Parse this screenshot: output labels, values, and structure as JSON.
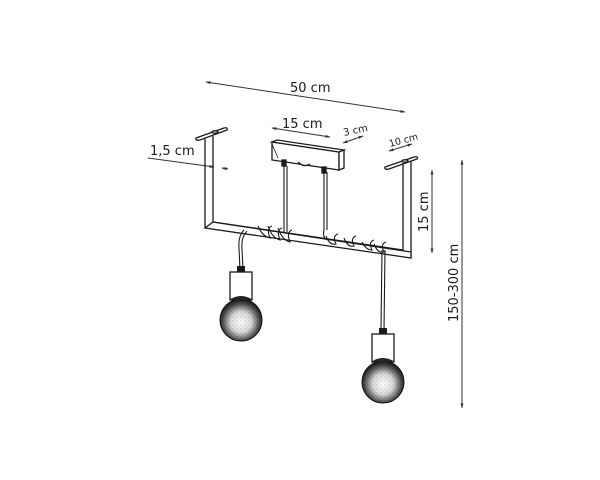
{
  "diagram": {
    "type": "technical-dimension-drawing",
    "subject": "pendant lamp with two bulbs on rectangular frame",
    "colors": {
      "line": "#1a1a1a",
      "dimension_line": "#333333",
      "background": "#ffffff"
    },
    "dimensions": {
      "total_width": "50 cm",
      "canopy_width": "15 cm",
      "canopy_depth": "3 cm",
      "frame_bar": "1,5 cm",
      "mount_plate": "10 cm",
      "frame_height": "15 cm",
      "total_height": "150-300 cm"
    },
    "components": [
      {
        "name": "canopy",
        "label": "ceiling canopy"
      },
      {
        "name": "frame",
        "label": "rectangular hanging frame"
      },
      {
        "name": "left-mount-plate",
        "label": "left ceiling mount plate"
      },
      {
        "name": "right-mount-plate",
        "label": "right ceiling mount plate"
      },
      {
        "name": "left-bulb",
        "label": "left bulb with socket"
      },
      {
        "name": "right-bulb",
        "label": "right bulb with socket"
      },
      {
        "name": "cables",
        "label": "cables wrapped around frame"
      }
    ]
  }
}
